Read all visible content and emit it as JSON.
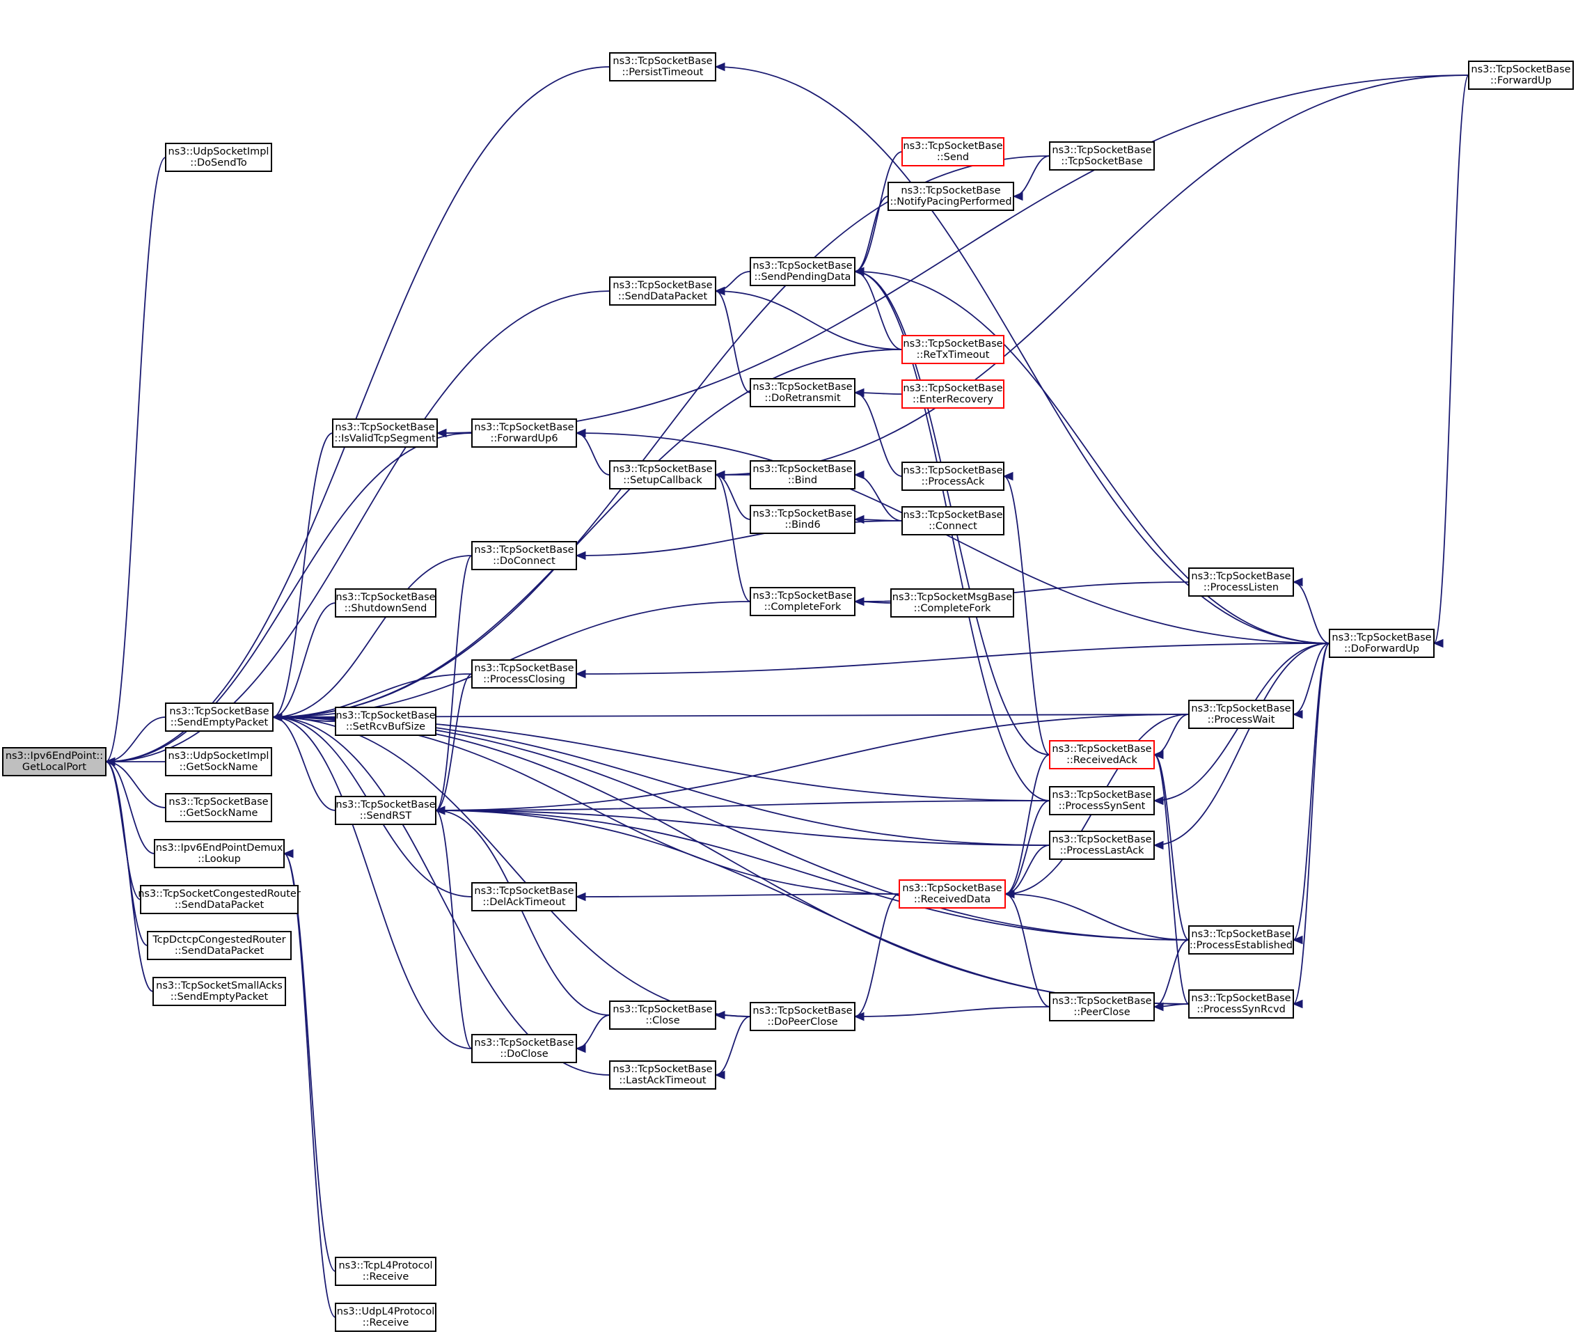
{
  "colors": {
    "edge": "#191970",
    "node_border": "#000000",
    "node_border_truncated": "#ff0000",
    "focus_fill": "#bfbfbf",
    "node_fill": "#ffffff"
  },
  "nodes": [
    {
      "id": "root",
      "lines": [
        "ns3::Ipv6EndPoint::",
        "GetLocalPort"
      ],
      "focus": true
    },
    {
      "id": "udp_dosendto",
      "lines": [
        "ns3::UdpSocketImpl",
        "::DoSendTo"
      ]
    },
    {
      "id": "sendemptypacket",
      "lines": [
        "ns3::TcpSocketBase",
        "::SendEmptyPacket"
      ]
    },
    {
      "id": "udp_getsockname",
      "lines": [
        "ns3::UdpSocketImpl",
        "::GetSockName"
      ]
    },
    {
      "id": "tcp_getsockname",
      "lines": [
        "ns3::TcpSocketBase",
        "::GetSockName"
      ]
    },
    {
      "id": "demux_lookup",
      "lines": [
        "ns3::Ipv6EndPointDemux",
        "::Lookup"
      ]
    },
    {
      "id": "congested_senddata",
      "lines": [
        "ns3::TcpSocketCongestedRouter",
        "::SendDataPacket"
      ]
    },
    {
      "id": "dctcp_senddata",
      "lines": [
        "TcpDctcpCongestedRouter",
        "::SendDataPacket"
      ]
    },
    {
      "id": "smallacks_sendempty",
      "lines": [
        "ns3::TcpSocketSmallAcks",
        "::SendEmptyPacket"
      ]
    },
    {
      "id": "isvalidtcpsegment",
      "lines": [
        "ns3::TcpSocketBase",
        "::IsValidTcpSegment"
      ]
    },
    {
      "id": "shutdownsend",
      "lines": [
        "ns3::TcpSocketBase",
        "::ShutdownSend"
      ]
    },
    {
      "id": "setrcvbufsize",
      "lines": [
        "ns3::TcpSocketBase",
        "::SetRcvBufSize"
      ]
    },
    {
      "id": "sendrst",
      "lines": [
        "ns3::TcpSocketBase",
        "::SendRST"
      ]
    },
    {
      "id": "tcpl4_receive",
      "lines": [
        "ns3::TcpL4Protocol",
        "::Receive"
      ]
    },
    {
      "id": "udpl4_receive",
      "lines": [
        "ns3::UdpL4Protocol",
        "::Receive"
      ]
    },
    {
      "id": "forwardup6",
      "lines": [
        "ns3::TcpSocketBase",
        "::ForwardUp6"
      ]
    },
    {
      "id": "doconnect",
      "lines": [
        "ns3::TcpSocketBase",
        "::DoConnect"
      ]
    },
    {
      "id": "processclosing",
      "lines": [
        "ns3::TcpSocketBase",
        "::ProcessClosing"
      ]
    },
    {
      "id": "delacktimeout",
      "lines": [
        "ns3::TcpSocketBase",
        "::DelAckTimeout"
      ]
    },
    {
      "id": "doclose",
      "lines": [
        "ns3::TcpSocketBase",
        "::DoClose"
      ]
    },
    {
      "id": "persisttimeout",
      "lines": [
        "ns3::TcpSocketBase",
        "::PersistTimeout"
      ]
    },
    {
      "id": "senddatapacket",
      "lines": [
        "ns3::TcpSocketBase",
        "::SendDataPacket"
      ]
    },
    {
      "id": "setupcallback",
      "lines": [
        "ns3::TcpSocketBase",
        "::SetupCallback"
      ]
    },
    {
      "id": "close",
      "lines": [
        "ns3::TcpSocketBase",
        "::Close"
      ]
    },
    {
      "id": "lastacktimeout",
      "lines": [
        "ns3::TcpSocketBase",
        "::LastAckTimeout"
      ]
    },
    {
      "id": "sendpendingdata",
      "lines": [
        "ns3::TcpSocketBase",
        "::SendPendingData"
      ]
    },
    {
      "id": "doretransmit",
      "lines": [
        "ns3::TcpSocketBase",
        "::DoRetransmit"
      ]
    },
    {
      "id": "bind",
      "lines": [
        "ns3::TcpSocketBase",
        "::Bind"
      ]
    },
    {
      "id": "bind6",
      "lines": [
        "ns3::TcpSocketBase",
        "::Bind6"
      ]
    },
    {
      "id": "completefork",
      "lines": [
        "ns3::TcpSocketBase",
        "::CompleteFork"
      ]
    },
    {
      "id": "dopeerclose",
      "lines": [
        "ns3::TcpSocketBase",
        "::DoPeerClose"
      ]
    },
    {
      "id": "send",
      "lines": [
        "ns3::TcpSocketBase",
        "::Send"
      ],
      "truncated": true
    },
    {
      "id": "notifypacing",
      "lines": [
        "ns3::TcpSocketBase",
        "::NotifyPacingPerformed"
      ]
    },
    {
      "id": "retxtimeout",
      "lines": [
        "ns3::TcpSocketBase",
        "::ReTxTimeout"
      ],
      "truncated": true
    },
    {
      "id": "enterrecovery",
      "lines": [
        "ns3::TcpSocketBase",
        "::EnterRecovery"
      ],
      "truncated": true
    },
    {
      "id": "processack",
      "lines": [
        "ns3::TcpSocketBase",
        "::ProcessAck"
      ]
    },
    {
      "id": "connect",
      "lines": [
        "ns3::TcpSocketBase",
        "::Connect"
      ]
    },
    {
      "id": "msgbase_completefork",
      "lines": [
        "ns3::TcpSocketMsgBase",
        "::CompleteFork"
      ]
    },
    {
      "id": "receivedack",
      "lines": [
        "ns3::TcpSocketBase",
        "::ReceivedAck"
      ],
      "truncated": true
    },
    {
      "id": "receiveddata",
      "lines": [
        "ns3::TcpSocketBase",
        "::ReceivedData"
      ],
      "truncated": true
    },
    {
      "id": "tcpsocketbase_ctor",
      "lines": [
        "ns3::TcpSocketBase",
        "::TcpSocketBase"
      ]
    },
    {
      "id": "processsynsent",
      "lines": [
        "ns3::TcpSocketBase",
        "::ProcessSynSent"
      ]
    },
    {
      "id": "processlastack",
      "lines": [
        "ns3::TcpSocketBase",
        "::ProcessLastAck"
      ]
    },
    {
      "id": "peerclose",
      "lines": [
        "ns3::TcpSocketBase",
        "::PeerClose"
      ]
    },
    {
      "id": "processlisten",
      "lines": [
        "ns3::TcpSocketBase",
        "::ProcessListen"
      ]
    },
    {
      "id": "processwait",
      "lines": [
        "ns3::TcpSocketBase",
        "::ProcessWait"
      ]
    },
    {
      "id": "processestablished",
      "lines": [
        "ns3::TcpSocketBase",
        "::ProcessEstablished"
      ]
    },
    {
      "id": "processsynrcvd",
      "lines": [
        "ns3::TcpSocketBase",
        "::ProcessSynRcvd"
      ]
    },
    {
      "id": "forwardup",
      "lines": [
        "ns3::TcpSocketBase",
        "::ForwardUp"
      ]
    },
    {
      "id": "doforwardup",
      "lines": [
        "ns3::TcpSocketBase",
        "::DoForwardUp"
      ]
    }
  ],
  "edges": [
    [
      "udp_dosendto",
      "root"
    ],
    [
      "sendemptypacket",
      "root"
    ],
    [
      "udp_getsockname",
      "root"
    ],
    [
      "tcp_getsockname",
      "root"
    ],
    [
      "demux_lookup",
      "root"
    ],
    [
      "congested_senddata",
      "root"
    ],
    [
      "dctcp_senddata",
      "root"
    ],
    [
      "smallacks_sendempty",
      "root"
    ],
    [
      "persisttimeout",
      "root"
    ],
    [
      "senddatapacket",
      "root"
    ],
    [
      "forwardup6",
      "root"
    ],
    [
      "tcpsocketbase_ctor",
      "sendemptypacket"
    ],
    [
      "isvalidtcpsegment",
      "sendemptypacket"
    ],
    [
      "retxtimeout",
      "sendemptypacket"
    ],
    [
      "doconnect",
      "sendemptypacket"
    ],
    [
      "completefork",
      "sendemptypacket"
    ],
    [
      "shutdownsend",
      "sendemptypacket"
    ],
    [
      "processclosing",
      "sendemptypacket"
    ],
    [
      "setrcvbufsize",
      "sendemptypacket"
    ],
    [
      "sendrst",
      "sendemptypacket"
    ],
    [
      "processwait",
      "sendemptypacket"
    ],
    [
      "processsynsent",
      "sendemptypacket"
    ],
    [
      "processlastack",
      "sendemptypacket"
    ],
    [
      "delacktimeout",
      "sendemptypacket"
    ],
    [
      "receiveddata",
      "sendemptypacket"
    ],
    [
      "doclose",
      "sendemptypacket"
    ],
    [
      "lastacktimeout",
      "sendemptypacket"
    ],
    [
      "dopeerclose",
      "sendemptypacket"
    ],
    [
      "processestablished",
      "sendemptypacket"
    ],
    [
      "processsynrcvd",
      "sendemptypacket"
    ],
    [
      "tcpl4_receive",
      "demux_lookup"
    ],
    [
      "udpl4_receive",
      "demux_lookup"
    ],
    [
      "forwardup6",
      "isvalidtcpsegment"
    ],
    [
      "forwardup",
      "isvalidtcpsegment"
    ],
    [
      "doforwardup",
      "persisttimeout"
    ],
    [
      "forwardup",
      "doforwardup"
    ],
    [
      "sendpendingdata",
      "senddatapacket"
    ],
    [
      "retxtimeout",
      "senddatapacket"
    ],
    [
      "doretransmit",
      "senddatapacket"
    ],
    [
      "send",
      "sendpendingdata"
    ],
    [
      "notifypacing",
      "sendpendingdata"
    ],
    [
      "retxtimeout",
      "sendpendingdata"
    ],
    [
      "receivedack",
      "sendpendingdata"
    ],
    [
      "processsynsent",
      "sendpendingdata"
    ],
    [
      "doforwardup",
      "sendpendingdata"
    ],
    [
      "tcpsocketbase_ctor",
      "notifypacing"
    ],
    [
      "enterrecovery",
      "doretransmit"
    ],
    [
      "processack",
      "doretransmit"
    ],
    [
      "setupcallback",
      "forwardup6"
    ],
    [
      "doforwardup",
      "forwardup6"
    ],
    [
      "bind",
      "setupcallback"
    ],
    [
      "bind6",
      "setupcallback"
    ],
    [
      "completefork",
      "setupcallback"
    ],
    [
      "forwardup",
      "setupcallback"
    ],
    [
      "connect",
      "bind"
    ],
    [
      "connect",
      "bind6"
    ],
    [
      "connect",
      "doconnect"
    ],
    [
      "receivedack",
      "processack"
    ],
    [
      "msgbase_completefork",
      "completefork"
    ],
    [
      "processlisten",
      "completefork"
    ],
    [
      "doforwardup",
      "processlisten"
    ],
    [
      "doforwardup",
      "processclosing"
    ],
    [
      "doforwardup",
      "processwait"
    ],
    [
      "doforwardup",
      "processsynsent"
    ],
    [
      "doforwardup",
      "processlastack"
    ],
    [
      "doforwardup",
      "processestablished"
    ],
    [
      "doforwardup",
      "processsynrcvd"
    ],
    [
      "processwait",
      "receivedack"
    ],
    [
      "processestablished",
      "receivedack"
    ],
    [
      "processsynrcvd",
      "receivedack"
    ],
    [
      "receivedack",
      "receiveddata"
    ],
    [
      "processsynsent",
      "receiveddata"
    ],
    [
      "processlastack",
      "receiveddata"
    ],
    [
      "processwait",
      "receiveddata"
    ],
    [
      "processestablished",
      "receiveddata"
    ],
    [
      "peerclose",
      "receiveddata"
    ],
    [
      "receiveddata",
      "delacktimeout"
    ],
    [
      "receiveddata",
      "dopeerclose"
    ],
    [
      "peerclose",
      "dopeerclose"
    ],
    [
      "processestablished",
      "peerclose"
    ],
    [
      "processsynrcvd",
      "peerclose"
    ],
    [
      "dopeerclose",
      "close"
    ],
    [
      "dopeerclose",
      "lastacktimeout"
    ],
    [
      "close",
      "doclose"
    ],
    [
      "processsynsent",
      "sendrst"
    ],
    [
      "processlastack",
      "sendrst"
    ],
    [
      "processwait",
      "sendrst"
    ],
    [
      "processclosing",
      "sendrst"
    ],
    [
      "doconnect",
      "sendrst"
    ],
    [
      "close",
      "sendrst"
    ],
    [
      "doclose",
      "sendrst"
    ],
    [
      "processestablished",
      "sendrst"
    ],
    [
      "processsynrcvd",
      "sendrst"
    ]
  ]
}
